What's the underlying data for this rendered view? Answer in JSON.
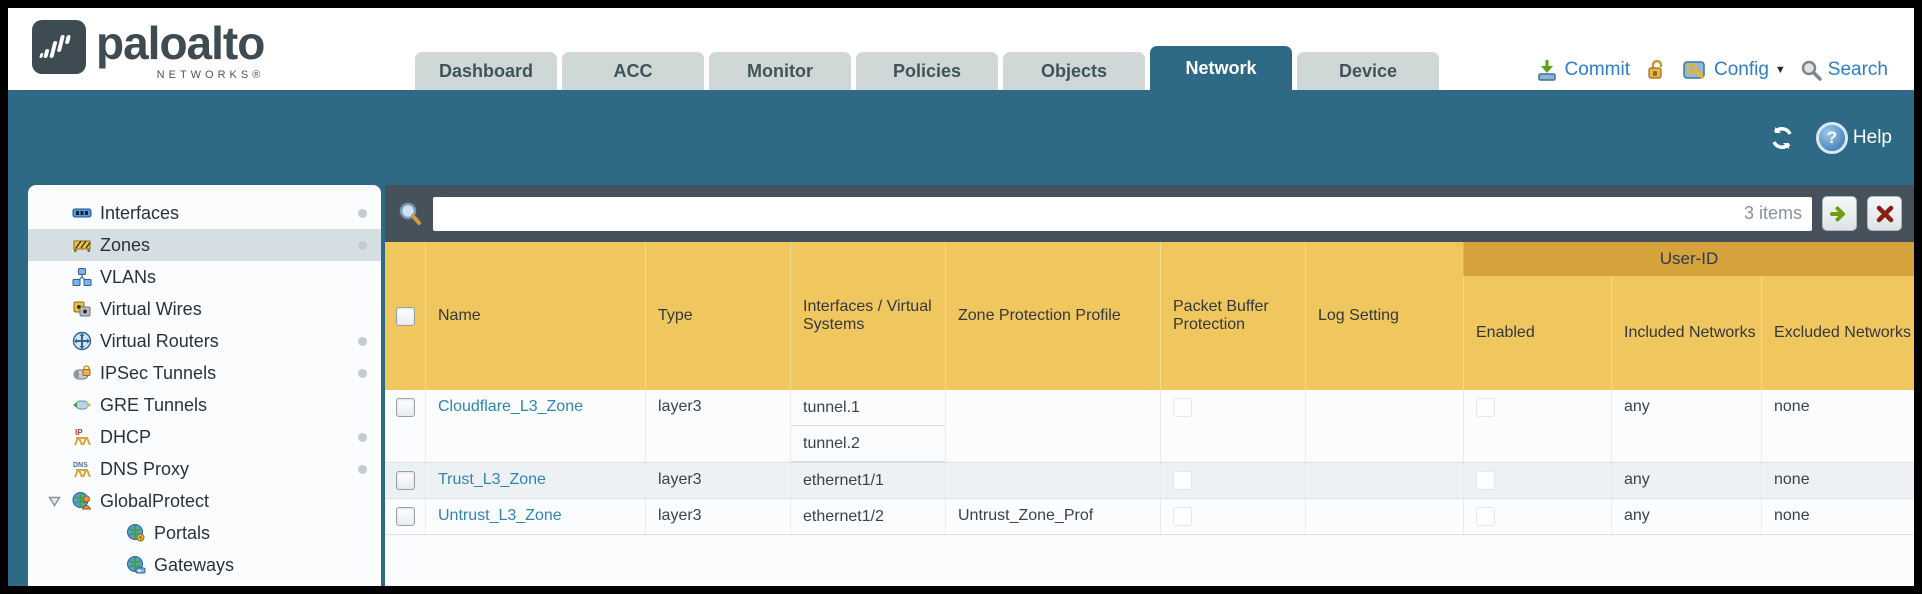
{
  "brand": {
    "name": "paloalto",
    "subname": "NETWORKS®"
  },
  "tabs": [
    {
      "label": "Dashboard",
      "active": false
    },
    {
      "label": "ACC",
      "active": false
    },
    {
      "label": "Monitor",
      "active": false
    },
    {
      "label": "Policies",
      "active": false
    },
    {
      "label": "Objects",
      "active": false
    },
    {
      "label": "Network",
      "active": true
    },
    {
      "label": "Device",
      "active": false
    }
  ],
  "toolbar": {
    "commit_label": "Commit",
    "config_label": "Config",
    "config_caret": "▼",
    "search_label": "Search"
  },
  "teal_bar": {
    "help_label": "Help",
    "help_glyph": "?"
  },
  "sidebar": {
    "items": [
      {
        "label": "Interfaces",
        "icon": "interfaces-icon",
        "dot": true,
        "selected": false
      },
      {
        "label": "Zones",
        "icon": "zones-icon",
        "dot": true,
        "selected": true
      },
      {
        "label": "VLANs",
        "icon": "vlans-icon",
        "dot": false,
        "selected": false
      },
      {
        "label": "Virtual Wires",
        "icon": "virtual-wires-icon",
        "dot": false,
        "selected": false
      },
      {
        "label": "Virtual Routers",
        "icon": "virtual-routers-icon",
        "dot": true,
        "selected": false
      },
      {
        "label": "IPSec Tunnels",
        "icon": "ipsec-tunnels-icon",
        "dot": true,
        "selected": false
      },
      {
        "label": "GRE Tunnels",
        "icon": "gre-tunnels-icon",
        "dot": false,
        "selected": false
      },
      {
        "label": "DHCP",
        "icon": "dhcp-icon",
        "dot": true,
        "selected": false
      },
      {
        "label": "DNS Proxy",
        "icon": "dns-proxy-icon",
        "dot": true,
        "selected": false
      },
      {
        "label": "GlobalProtect",
        "icon": "globalprotect-icon",
        "dot": false,
        "selected": false,
        "expanded": true
      },
      {
        "label": "Portals",
        "icon": "portals-icon",
        "dot": false,
        "selected": false,
        "indent": 1
      },
      {
        "label": "Gateways",
        "icon": "gateways-icon",
        "dot": false,
        "selected": false,
        "indent": 1
      }
    ]
  },
  "filter_bar": {
    "input_value": "",
    "count_label": "3 items"
  },
  "table": {
    "group_header": "User-ID",
    "columns": [
      "Name",
      "Type",
      "Interfaces / Virtual Systems",
      "Zone Protection Profile",
      "Packet Buffer Protection",
      "Log Setting",
      "Enabled",
      "Included Networks",
      "Excluded Networks"
    ],
    "rows": [
      {
        "name": "Cloudflare_L3_Zone",
        "type": "layer3",
        "interfaces": [
          "tunnel.1",
          "tunnel.2"
        ],
        "zone_protection_profile": "",
        "packet_buffer_protection_checked": false,
        "log_setting": "",
        "user_id_enabled_checked": false,
        "included_networks": "any",
        "excluded_networks": "none"
      },
      {
        "name": "Trust_L3_Zone",
        "type": "layer3",
        "interfaces": [
          "ethernet1/1"
        ],
        "zone_protection_profile": "",
        "packet_buffer_protection_checked": false,
        "log_setting": "",
        "user_id_enabled_checked": false,
        "included_networks": "any",
        "excluded_networks": "none"
      },
      {
        "name": "Untrust_L3_Zone",
        "type": "layer3",
        "interfaces": [
          "ethernet1/2"
        ],
        "zone_protection_profile": "Untrust_Zone_Prof",
        "packet_buffer_protection_checked": false,
        "log_setting": "",
        "user_id_enabled_checked": false,
        "included_networks": "any",
        "excluded_networks": "none"
      }
    ]
  },
  "colors": {
    "teal_band": "#2e6a85",
    "top_bar": "#ffffff",
    "inactive_tab": "#cfd8d7",
    "filter_bar": "#47515b",
    "table_header": "#f0c75e",
    "group_header": "#d5a23c",
    "selected_sidebar_item": "#d5dee3",
    "link": "#2e86ad",
    "tool_link": "#2e7ec3",
    "alt_row": "#eef1f4"
  }
}
